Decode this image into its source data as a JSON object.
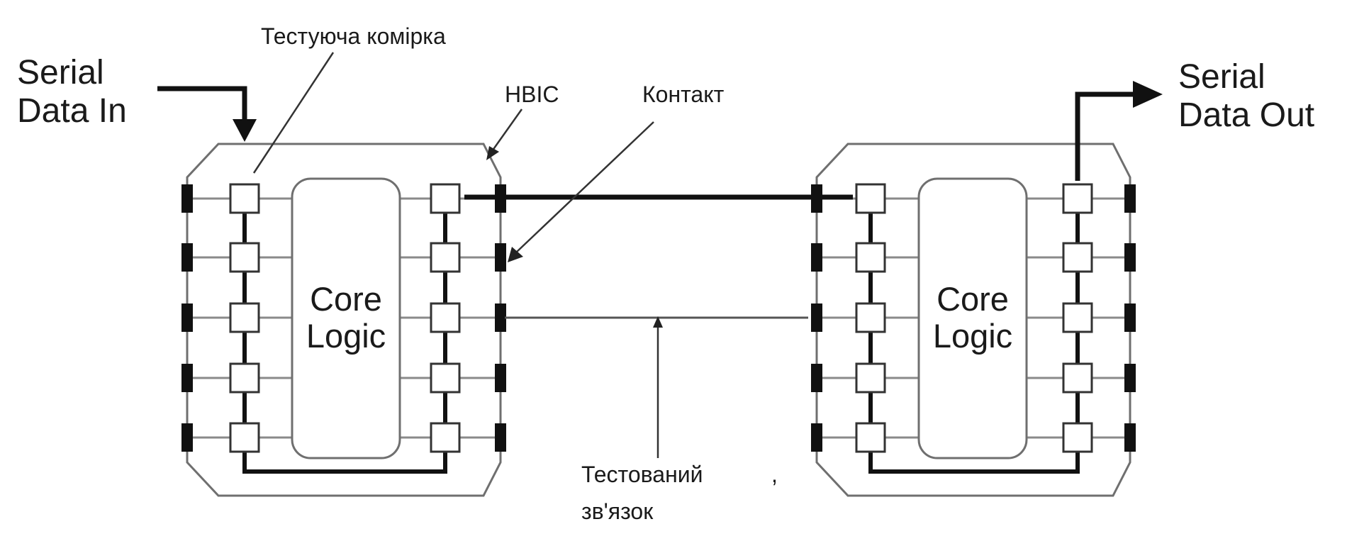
{
  "labels": {
    "serial_in": [
      "Serial",
      "Data In"
    ],
    "serial_out": [
      "Serial",
      "Data Out"
    ],
    "test_cell": "Тестуюча комірка",
    "hbic": "НВІС",
    "contact": "Контакт",
    "tested_link": [
      "Тестований",
      "зв'язок"
    ],
    "stray_mark": ","
  },
  "chips": [
    {
      "id": "left",
      "core": [
        "Core",
        "Logic"
      ],
      "pins_per_side": 5
    },
    {
      "id": "right",
      "core": [
        "Core",
        "Logic"
      ],
      "pins_per_side": 5
    }
  ],
  "colors": {
    "line": "#111111",
    "outline": "#6f6f6f",
    "text": "#1a1a1a"
  }
}
